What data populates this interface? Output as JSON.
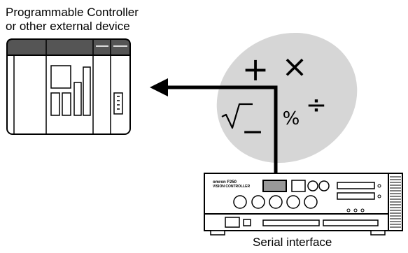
{
  "labels": {
    "external_device_line1": "Programmable Controller",
    "external_device_line2": "or other external device",
    "device_caption": "Serial interface",
    "device_brand": "omron F250",
    "device_model": "VISION CONTROLLER"
  },
  "math_symbols": {
    "plus": "+",
    "times": "×",
    "divide": "÷",
    "sqrt": "√",
    "percent": "%",
    "minus": "−"
  },
  "colors": {
    "ellipse_fill": "#d6d6d6",
    "plc_header": "#555555",
    "stroke": "#000000",
    "background": "#ffffff"
  }
}
